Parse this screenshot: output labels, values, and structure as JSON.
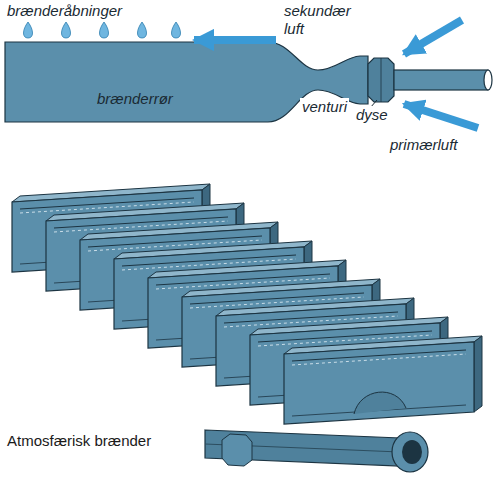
{
  "diagram": {
    "caption": "Atmosfærisk brænder",
    "labels": [
      "brænderåbninger",
      "sekundær luft",
      "venturi",
      "dyse",
      "primærluft",
      "brænderrør"
    ]
  }
}
